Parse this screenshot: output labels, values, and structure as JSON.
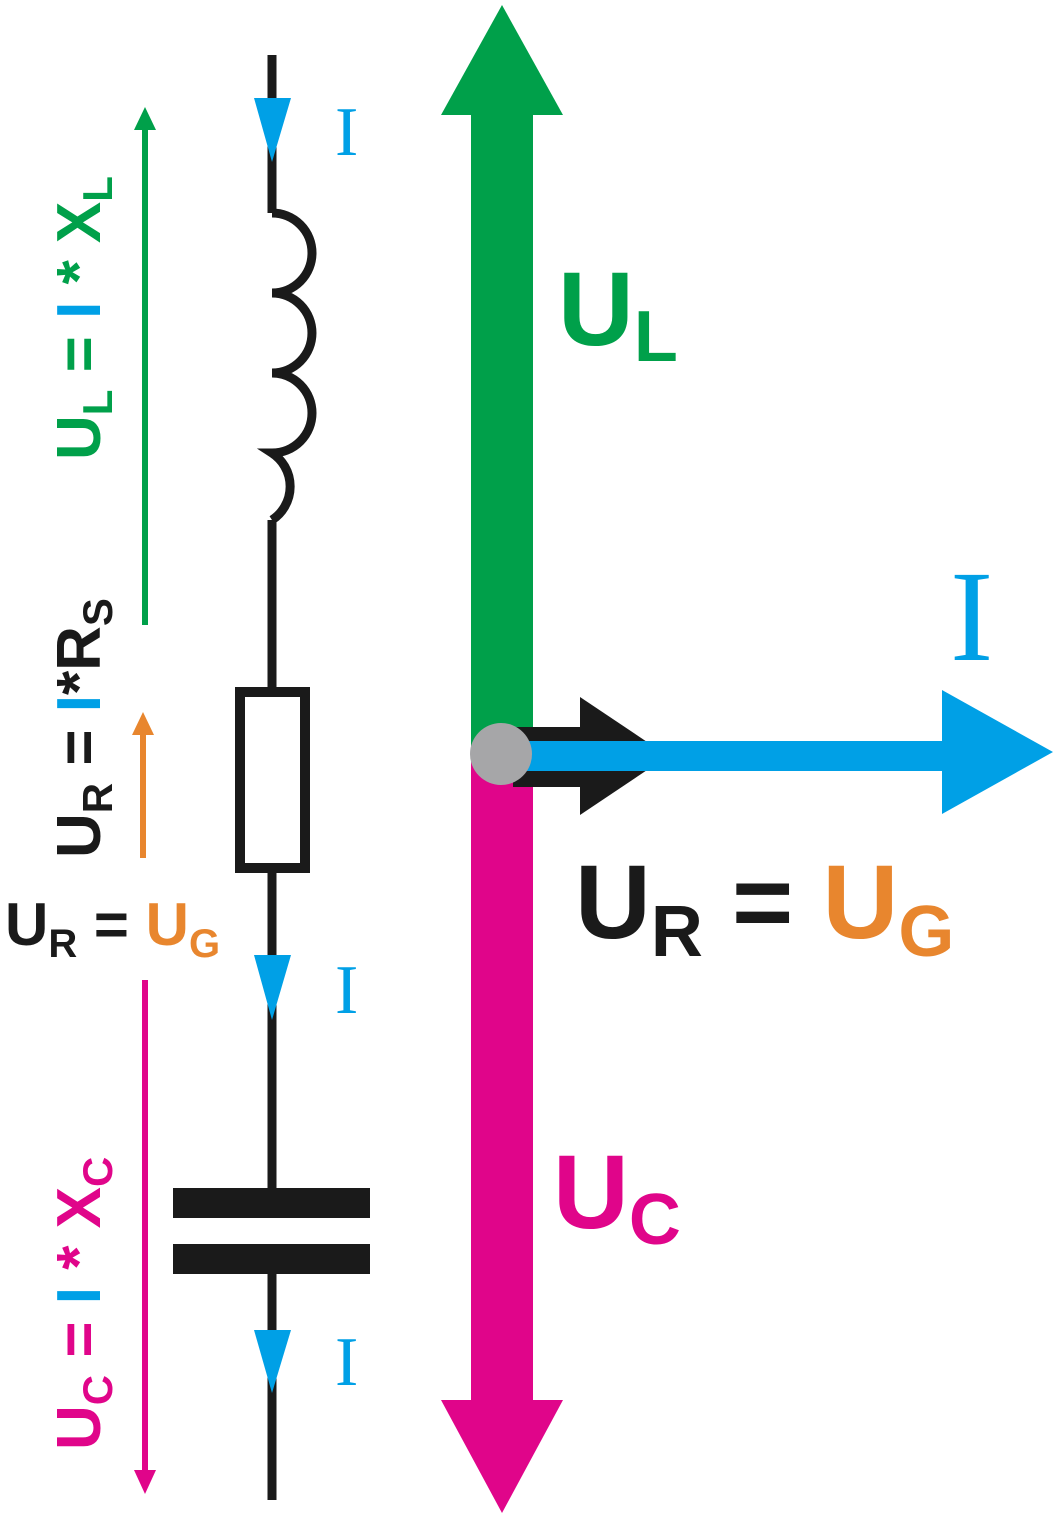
{
  "colors": {
    "inductor_voltage": "#00a04a",
    "capacitor_voltage": "#e0058a",
    "resistor_voltage": "#1a1a1a",
    "generator_voltage": "#e8862e",
    "current": "#00a0e6",
    "origin": "#a6a6a8",
    "circuit": "#1a1a1a"
  },
  "left_labels": {
    "ul": {
      "main": "U",
      "sub": "L",
      "eq": " = ",
      "i": "I",
      "rest": " * X",
      "rest_sub": "L"
    },
    "ur": {
      "main": "U",
      "sub": "R",
      "eq": " = ",
      "i": "I",
      "rest": "*R",
      "rest_sub": "S"
    },
    "uc": {
      "main": "U",
      "sub": "C",
      "eq": " = ",
      "i": "I",
      "rest": " * X",
      "rest_sub": "C"
    },
    "ur_ug": {
      "u1": "U",
      "u1_sub": "R",
      "eq": " = ",
      "u2": "U",
      "u2_sub": "G"
    }
  },
  "current_labels": [
    "I",
    "I",
    "I"
  ],
  "phasor_labels": {
    "ul": {
      "main": "U",
      "sub": "L"
    },
    "uc": {
      "main": "U",
      "sub": "C"
    },
    "i": "I",
    "ur_ug": {
      "u1": "U",
      "u1_sub": "R",
      "eq": " = ",
      "u2": "U",
      "u2_sub": "G"
    }
  },
  "icons": [
    "inductor-coil-icon",
    "resistor-icon",
    "capacitor-icon",
    "current-arrow-icon"
  ]
}
